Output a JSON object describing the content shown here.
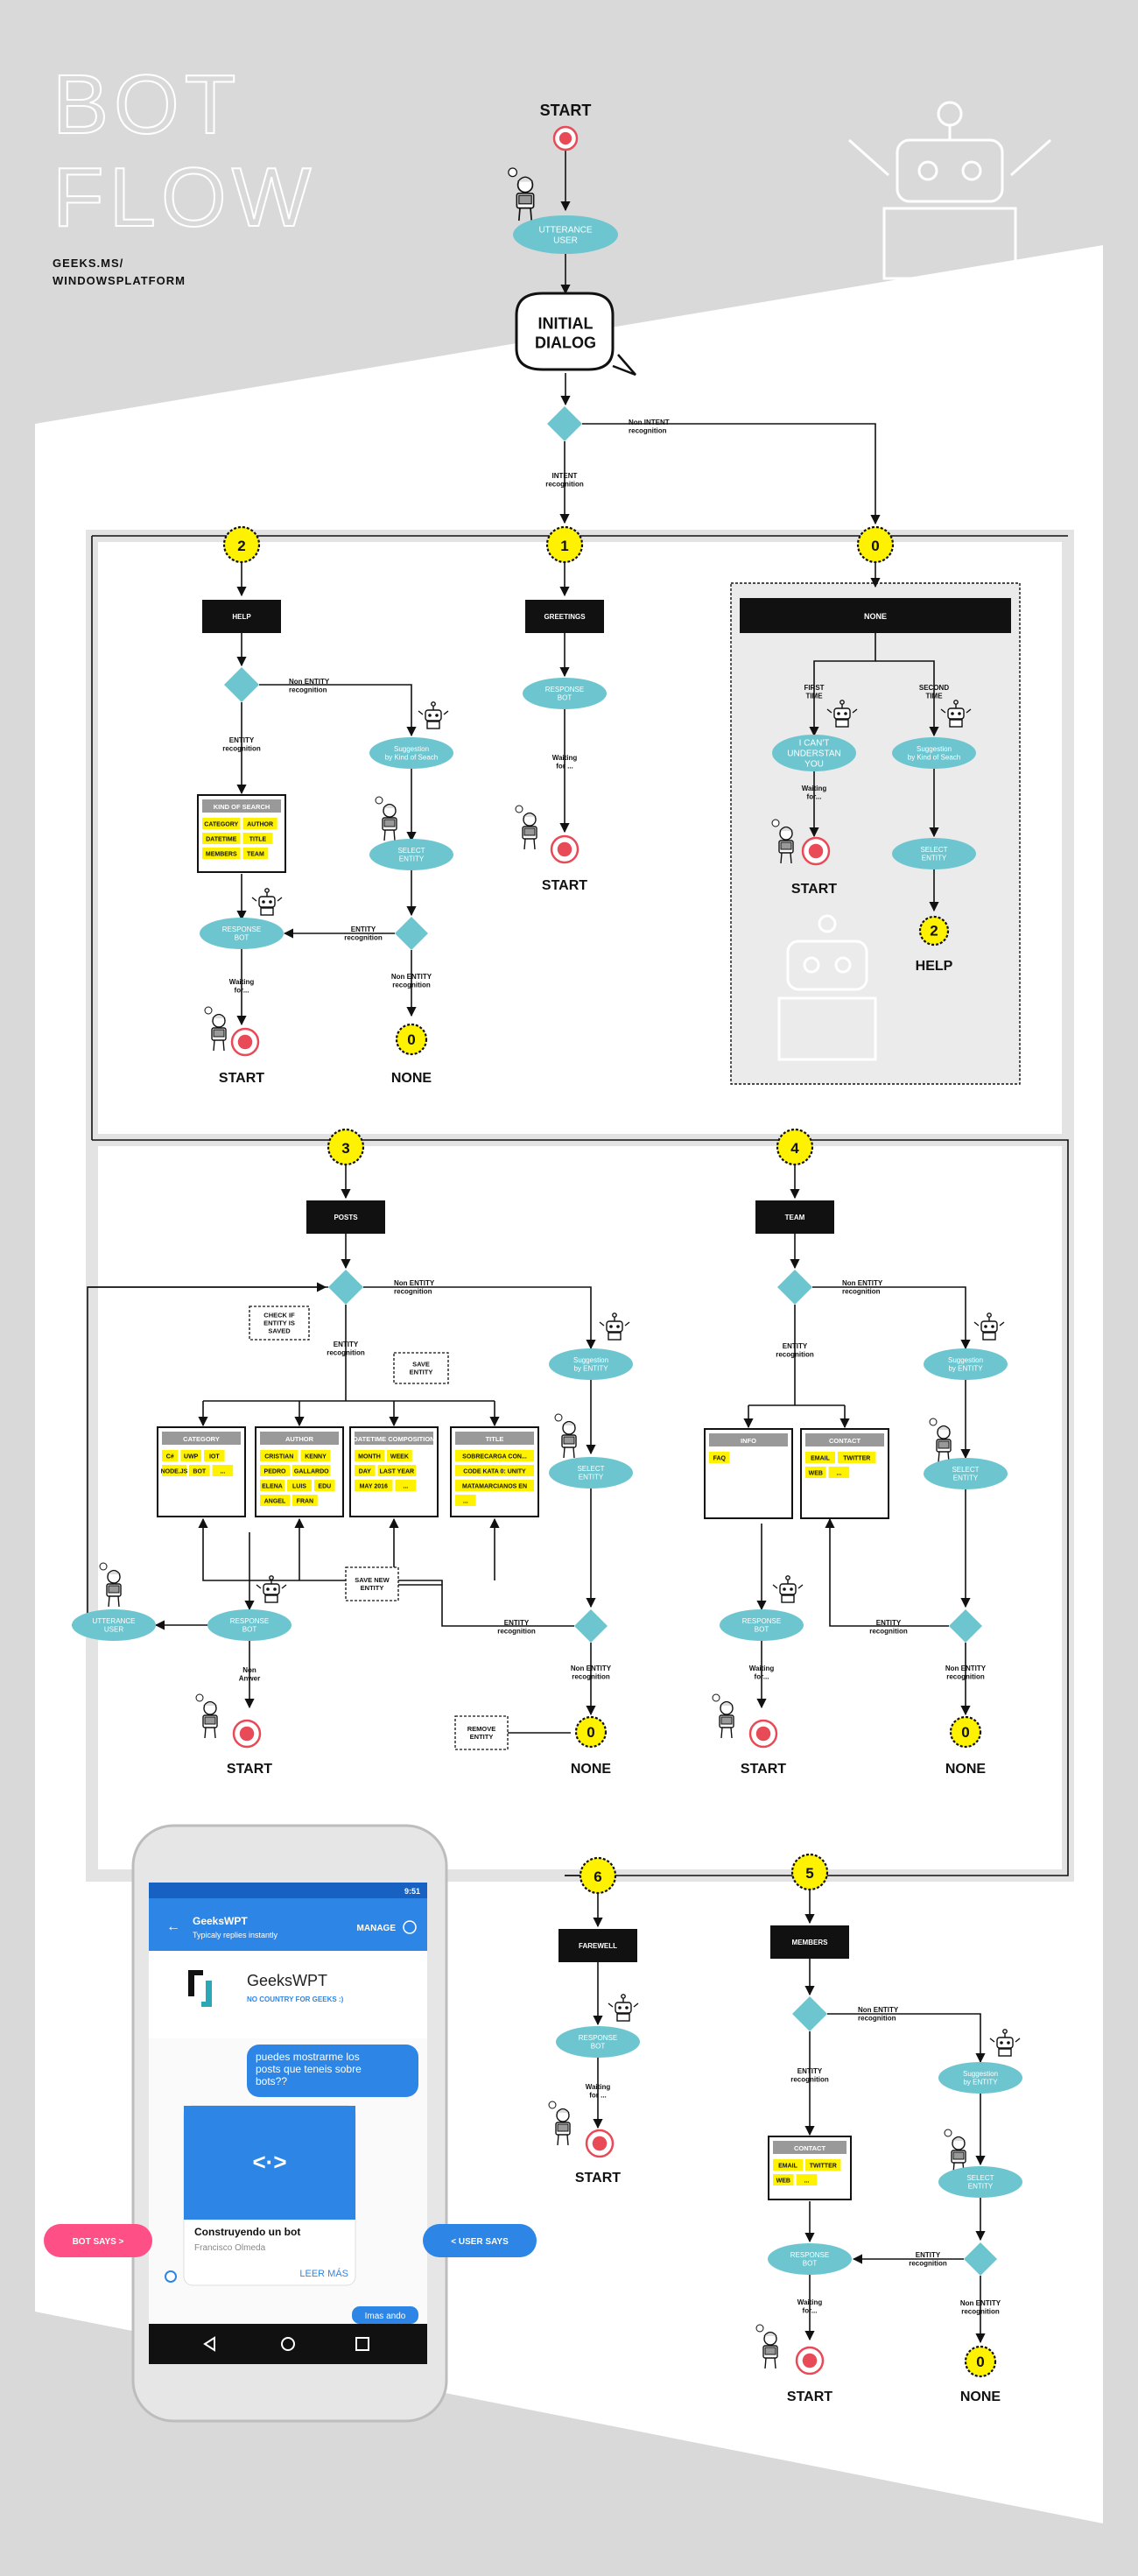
{
  "title": {
    "line1": "BOT",
    "line2": "FLOW"
  },
  "subtitle": {
    "line1": "GEEKS.MS/",
    "line2": "WINDOWSPLATFORM"
  },
  "top": {
    "start": "START",
    "utterance": [
      "UTTERANCE",
      "USER"
    ],
    "initial_dialog": [
      "INITIAL",
      "DIALOG"
    ],
    "non_intent": [
      "Non INTENT",
      "recognition"
    ],
    "intent": [
      "INTENT",
      "recognition"
    ]
  },
  "nodes": {
    "n0": "0",
    "n1": "1",
    "n2": "2",
    "n3": "3",
    "n4": "4",
    "n5": "5",
    "n6": "6"
  },
  "help": {
    "header": "HELP",
    "non_entity": [
      "Non ENTITY",
      "recognition"
    ],
    "entity": [
      "ENTITY",
      "recognition"
    ],
    "suggestion": [
      "Suggestion",
      "by Kind of Seach"
    ],
    "select_entity": [
      "SELECT",
      "ENTITY"
    ],
    "kind_title": "KIND OF SEARCH",
    "kind_items": [
      "CATEGORY",
      "AUTHOR",
      "DATETIME",
      "TITLE",
      "MEMBERS",
      "TEAM"
    ],
    "response_bot": [
      "RESPONSE",
      "BOT"
    ],
    "entity_rec2": [
      "ENTITY",
      "recognition"
    ],
    "non_entity2": [
      "Non ENTITY",
      "recognition"
    ],
    "waiting": [
      "Waiting",
      "for..."
    ],
    "start": "START",
    "none_num": "0",
    "none": "NONE"
  },
  "greetings": {
    "header": "GREETINGS",
    "response_bot": [
      "RESPONSE",
      "BOT"
    ],
    "waiting": [
      "Waiting",
      "for ..."
    ],
    "start": "START"
  },
  "none_panel": {
    "header": "NONE",
    "first": [
      "FIRST",
      "TIME"
    ],
    "second": [
      "SECOND",
      "TIME"
    ],
    "cant": [
      "I CAN'T",
      "UNDERSTAN",
      "YOU"
    ],
    "suggestion": [
      "Suggestion",
      "by Kind of Seach"
    ],
    "waiting": [
      "Waiting",
      "for..."
    ],
    "select_entity": [
      "SELECT",
      "ENTITY"
    ],
    "start": "START",
    "help_num": "2",
    "help": "HELP"
  },
  "posts": {
    "header": "POSTS",
    "non_entity": [
      "Non ENTITY",
      "recognition"
    ],
    "check": [
      "CHECK IF",
      "ENTITY IS",
      "SAVED"
    ],
    "entity": [
      "ENTITY",
      "recognition"
    ],
    "save_entity": [
      "SAVE",
      "ENTITY"
    ],
    "suggestion": [
      "Suggestion",
      "by ENTITY"
    ],
    "select_entity": [
      "SELECT",
      "ENTITY"
    ],
    "tables": [
      {
        "title": "CATEGORY",
        "rows": [
          [
            "C#",
            "UWP",
            "IOT"
          ],
          [
            "NODE.JS",
            "BOT",
            "..."
          ]
        ]
      },
      {
        "title": "AUTHOR",
        "rows": [
          [
            "CRISTIAN",
            "KENNY"
          ],
          [
            "PEDRO",
            "GALLARDO"
          ],
          [
            "ELENA",
            "LUIS",
            "EDU"
          ],
          [
            "ANGEL",
            "FRAN"
          ]
        ]
      },
      {
        "title": "DATETIME COMPOSITION",
        "rows": [
          [
            "MONTH",
            "WEEK"
          ],
          [
            "DAY",
            "LAST YEAR"
          ],
          [
            "MAY 2016",
            "..."
          ]
        ]
      },
      {
        "title": "TITLE",
        "rows": [
          [
            "SOBRECARGA CON..."
          ],
          [
            "CODE KATA 0: UNITY"
          ],
          [
            "MATAMARCIANOS EN"
          ],
          [
            "..."
          ]
        ]
      }
    ],
    "save_new": [
      "SAVE NEW",
      "ENTITY"
    ],
    "utterance": [
      "UTTERANCE",
      "USER"
    ],
    "response_bot": [
      "RESPONSE",
      "BOT"
    ],
    "entity_rec": [
      "ENTITY",
      "recognition"
    ],
    "non_entity2": [
      "Non ENTITY",
      "recognition"
    ],
    "non_anwer": [
      "Non",
      "Anwer"
    ],
    "remove": [
      "REMOVE",
      "ENTITY"
    ],
    "start": "START",
    "none_num": "0",
    "none": "NONE"
  },
  "team": {
    "header": "TEAM",
    "non_entity": [
      "Non ENTITY",
      "recognition"
    ],
    "entity": [
      "ENTITY",
      "recognition"
    ],
    "suggestion": [
      "Suggestion",
      "by ENTITY"
    ],
    "select_entity": [
      "SELECT",
      "ENTITY"
    ],
    "info_title": "INFO",
    "info_rows": [
      [
        "FAQ"
      ]
    ],
    "contact_title": "CONTACT",
    "contact_rows": [
      [
        "EMAIL",
        "TWITTER"
      ],
      [
        "WEB",
        "..."
      ]
    ],
    "response_bot": [
      "RESPONSE",
      "BOT"
    ],
    "entity_rec": [
      "ENTITY",
      "recognition"
    ],
    "non_entity2": [
      "Non ENTITY",
      "recognition"
    ],
    "waiting": [
      "Waiting",
      "for..."
    ],
    "start": "START",
    "none_num": "0",
    "none": "NONE"
  },
  "farewell": {
    "header": "FAREWELL",
    "response_bot": [
      "RESPONSE",
      "BOT"
    ],
    "waiting": [
      "Waiting",
      "for ..."
    ],
    "start": "START"
  },
  "members": {
    "header": "MEMBERS",
    "non_entity": [
      "Non ENTITY",
      "recognition"
    ],
    "entity": [
      "ENTITY",
      "recognition"
    ],
    "suggestion": [
      "Suggestion",
      "by ENTITY"
    ],
    "select_entity": [
      "SELECT",
      "ENTITY"
    ],
    "contact_title": "CONTACT",
    "contact_rows": [
      [
        "EMAIL",
        "TWITTER"
      ],
      [
        "WEB",
        "..."
      ]
    ],
    "response_bot": [
      "RESPONSE",
      "BOT"
    ],
    "entity_rec": [
      "ENTITY",
      "recognition"
    ],
    "waiting": [
      "Waiting",
      "for..."
    ],
    "non_entity2": [
      "Non ENTITY",
      "recognition"
    ],
    "start": "START",
    "none_num": "0",
    "none": "NONE"
  },
  "phone": {
    "time": "9:51",
    "app_name": "GeeksWPT",
    "app_status": "Typicaly replies instantly",
    "manage": "MANAGE",
    "profile_name": "GeeksWPT",
    "profile_tag": "NO COUNTRY FOR GEEKS :)",
    "user_msg": [
      "puedes mostrarme los",
      "posts que teneis sobre",
      "bots??"
    ],
    "card_title": "Construyendo un bot",
    "card_author": "Francisco Olmeda",
    "card_action": "LEER MÁS",
    "peek_msg": "Imas ando"
  },
  "labels": {
    "bot_says": "BOT SAYS >",
    "user_says": "< USER SAYS"
  },
  "colors": {
    "teal": "#6cc5cf",
    "yellow": "#fff200",
    "red": "#e84a57",
    "pink": "#ff4f87",
    "blue": "#2d86e6",
    "black": "#111111"
  }
}
